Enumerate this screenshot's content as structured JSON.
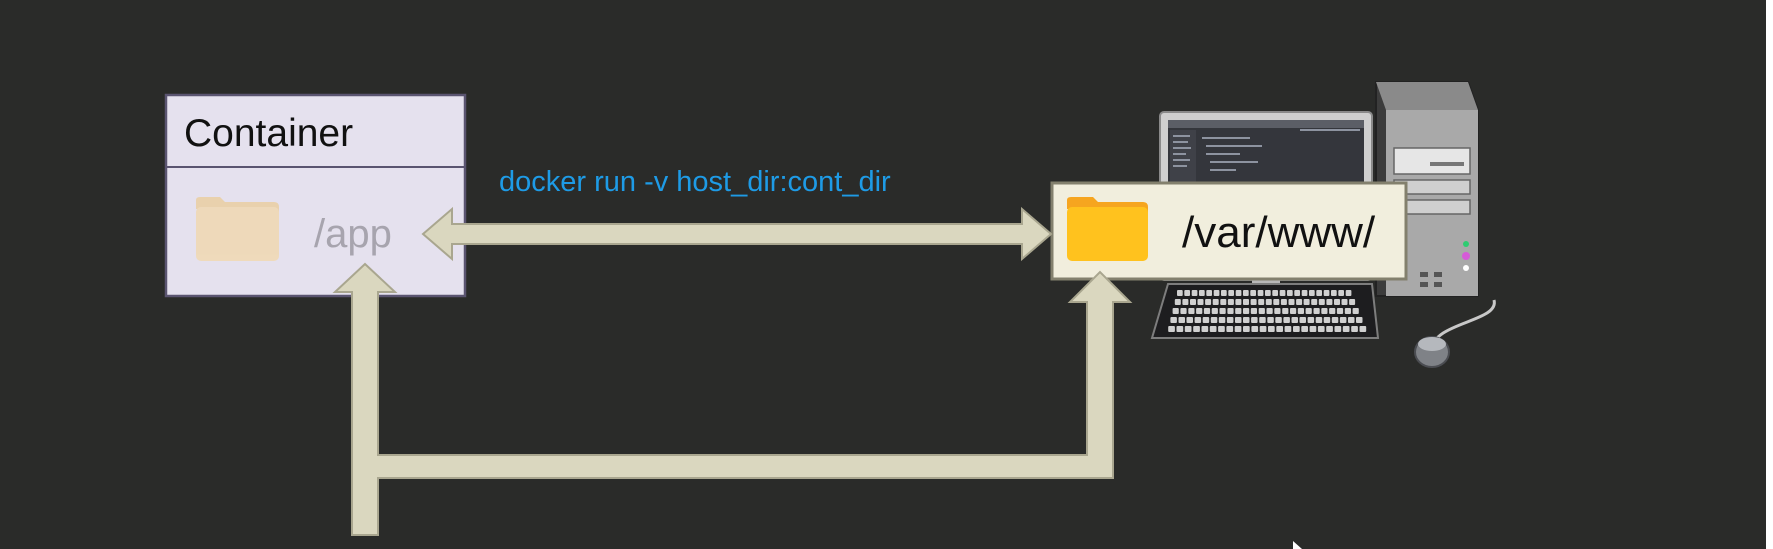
{
  "container": {
    "title": "Container",
    "folder_path": "/app"
  },
  "host": {
    "folder_path": "/var/www/"
  },
  "command": {
    "text": "docker run -v host_dir:cont_dir"
  },
  "colors": {
    "background": "#2a2b29",
    "container_box": "#e5e1ee",
    "container_border": "#5a5470",
    "host_label_box": "#f1eedd",
    "arrow_fill": "#dad7bf",
    "arrow_stroke": "#b0ad95",
    "command_text": "#1e9be6",
    "folder_active": "#ffc21e",
    "folder_faded": "#f0d9b5",
    "faded_text": "#a7a4ae"
  },
  "icons": {
    "container_folder": "folder-icon",
    "host_folder": "folder-icon",
    "host_machine": "desktop-computer-icon",
    "mouse_pointer": "cursor-icon"
  }
}
